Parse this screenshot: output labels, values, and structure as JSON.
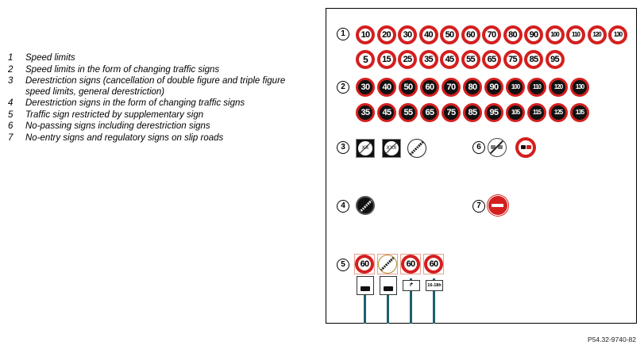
{
  "legend": [
    {
      "num": "1",
      "text": "Speed limits"
    },
    {
      "num": "2",
      "text": "Speed limits in the form of changing traffic signs"
    },
    {
      "num": "3",
      "text": "Derestriction signs (cancellation of double figure and triple figure speed limits, general derestriction)"
    },
    {
      "num": "4",
      "text": "Derestriction signs in the form of changing traffic signs"
    },
    {
      "num": "5",
      "text": "Traffic sign restricted by supplementary sign"
    },
    {
      "num": "6",
      "text": "No-passing signs including derestriction signs"
    },
    {
      "num": "7",
      "text": "No-entry signs and regulatory signs on slip roads"
    }
  ],
  "markers": [
    "1",
    "2",
    "3",
    "4",
    "5",
    "6",
    "7"
  ],
  "speed_limits_row1": [
    "10",
    "20",
    "30",
    "40",
    "50",
    "60",
    "70",
    "80",
    "90",
    "100",
    "110",
    "120",
    "130"
  ],
  "speed_limits_row2": [
    "5",
    "15",
    "25",
    "35",
    "45",
    "55",
    "65",
    "75",
    "85",
    "95"
  ],
  "electronic_row1": [
    "30",
    "40",
    "50",
    "60",
    "70",
    "80",
    "90",
    "100",
    "110",
    "120",
    "130"
  ],
  "electronic_row2": [
    "35",
    "45",
    "55",
    "65",
    "75",
    "85",
    "95",
    "105",
    "115",
    "125",
    "135"
  ],
  "derestriction_labels": [
    "XX",
    "XXX"
  ],
  "supplementary_signs": [
    {
      "speed": "60",
      "panel": "truck"
    },
    {
      "speed": "",
      "panel": "truck"
    },
    {
      "speed": "60",
      "panel": "arrow"
    },
    {
      "speed": "60",
      "panel": "16-18h"
    }
  ],
  "panel_time_text": "16-18h",
  "colors": {
    "red": "#d41f1f",
    "black": "#111111",
    "pole": "#1e5f6e"
  },
  "caption": "P54.32-9740-82"
}
